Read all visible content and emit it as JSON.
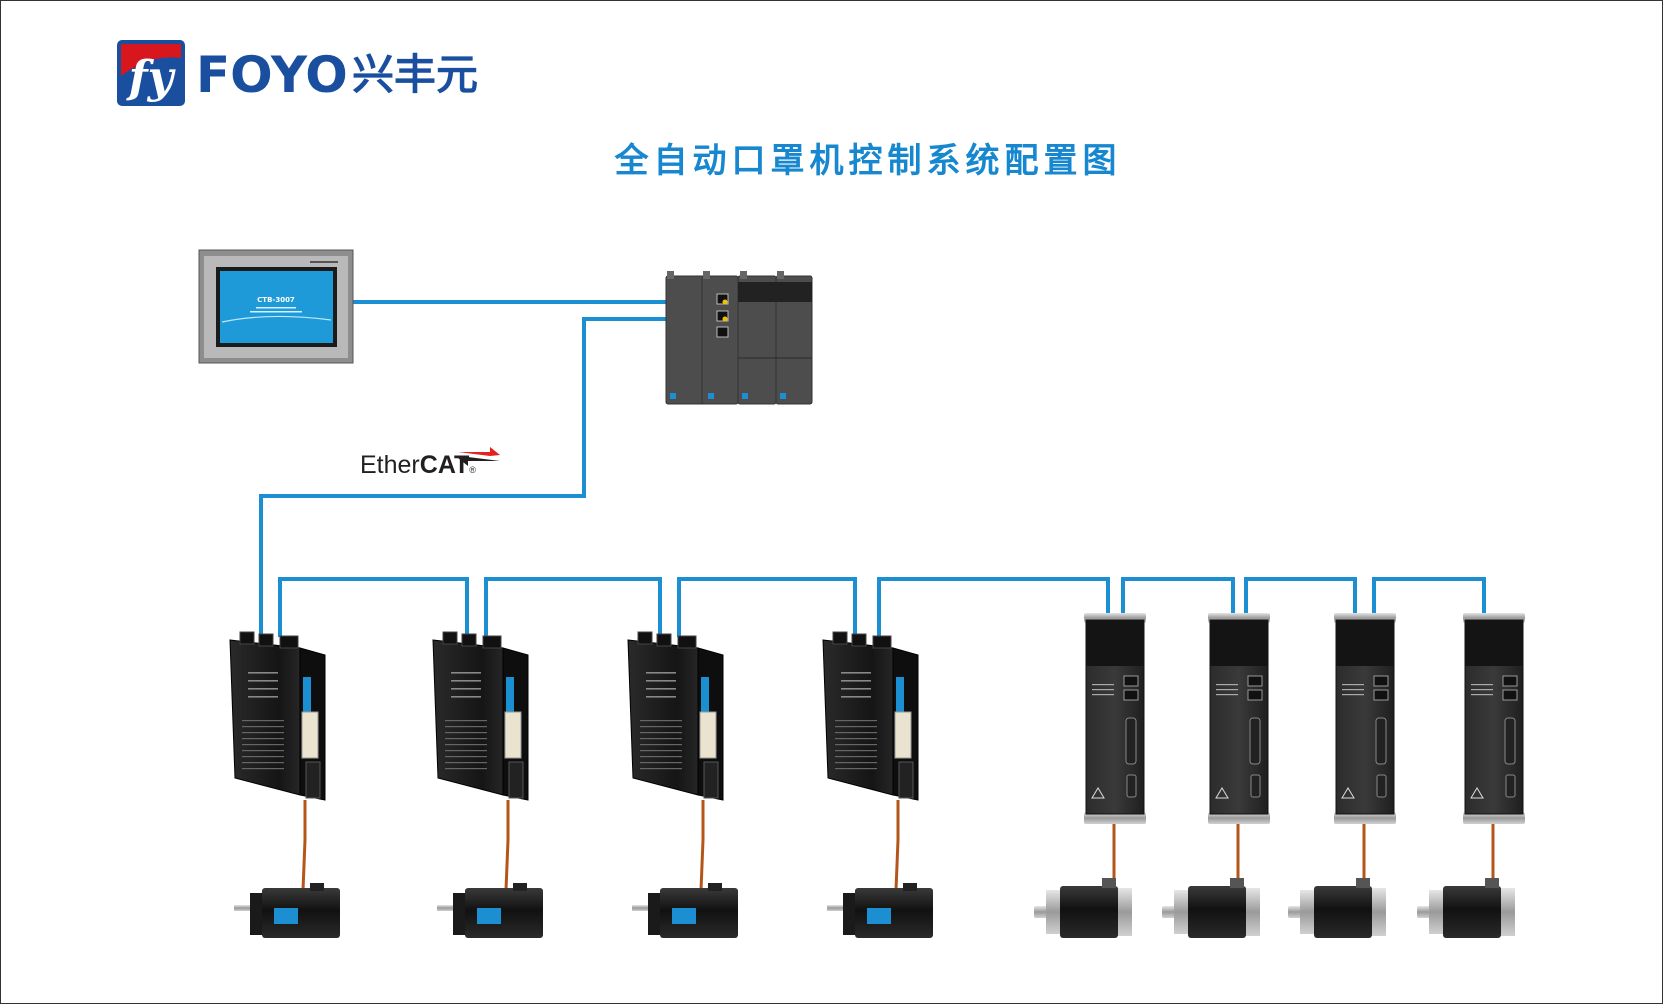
{
  "logo": {
    "mark_text": "fy",
    "brand_name": "FOYO",
    "brand_cn": "兴丰元",
    "color": "#1a4e9e",
    "accent_color": "#d7161d"
  },
  "title": "全自动口罩机控制系统配置图",
  "title_color": "#1788d0",
  "hmi": {
    "screen_title": "CTB-3007"
  },
  "ethercat": {
    "text_light": "Ether",
    "text_bold": "CAT",
    "mark": "®"
  },
  "colors": {
    "cable": "#1c8fd3",
    "motor_cable": "#b4561a",
    "device_dark": "#1a1a1a",
    "plc_gray": "#4d4d4d",
    "screen_blue": "#1e9ad8"
  },
  "stepper_drivers": [
    {
      "id": 1
    },
    {
      "id": 2
    },
    {
      "id": 3
    },
    {
      "id": 4
    }
  ],
  "servo_drives": [
    {
      "id": 1
    },
    {
      "id": 2
    },
    {
      "id": 3
    },
    {
      "id": 4
    }
  ]
}
